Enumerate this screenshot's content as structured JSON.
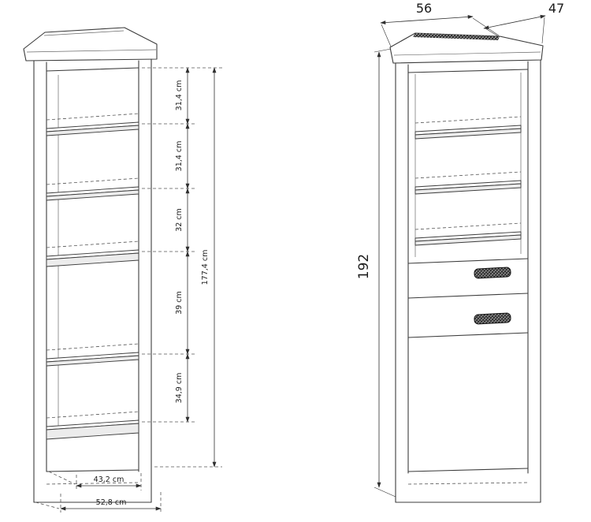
{
  "diagram": {
    "left_view": {
      "segments": [
        "31,4 cm",
        "31,4 cm",
        "32 cm",
        "39 cm",
        "34,9 cm"
      ],
      "overall_height": "177,4 cm",
      "inner_width": "43,2 cm",
      "outer_width": "52,8 cm"
    },
    "right_view": {
      "width": "56",
      "depth": "47",
      "height": "192"
    }
  }
}
